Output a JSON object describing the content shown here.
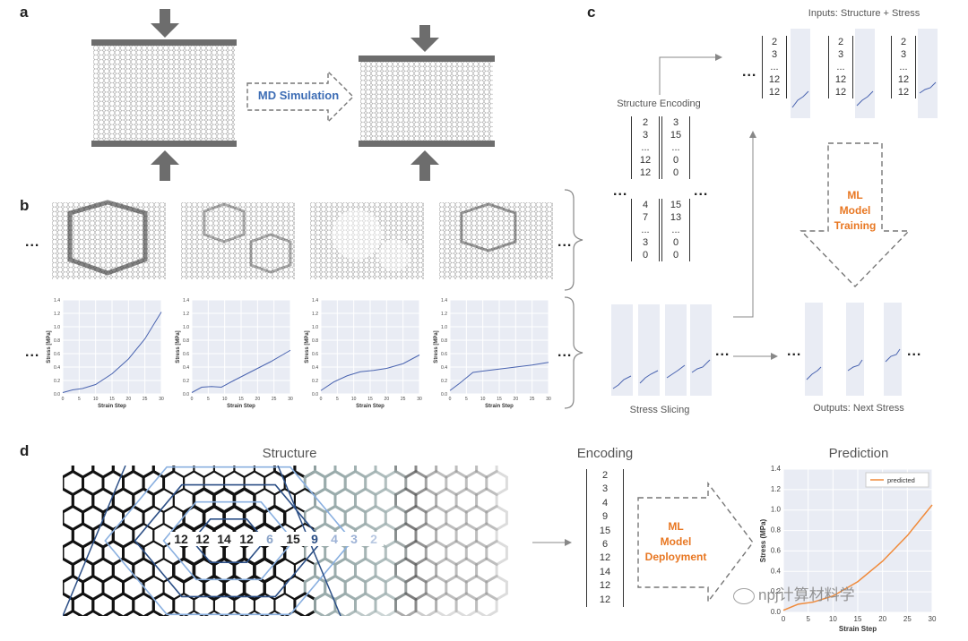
{
  "panels": {
    "a": "a",
    "b": "b",
    "c": "c",
    "d": "d"
  },
  "panel_a": {
    "md_label": "MD Simulation"
  },
  "panel_b": {
    "ellipsis": "...",
    "plots": [
      {
        "ylabel": "Stress [MPa]",
        "xlabel": "Strain Step",
        "yticks": [
          "0.0",
          "0.2",
          "0.4",
          "0.6",
          "0.8",
          "1.0",
          "1.2",
          "1.4"
        ],
        "xticks": [
          "0",
          "5",
          "10",
          "15",
          "20",
          "25",
          "30"
        ]
      },
      {
        "ylabel": "Stress [MPa]",
        "xlabel": "Strain Step",
        "yticks": [
          "0.0",
          "0.2",
          "0.4",
          "0.6",
          "0.8",
          "1.0",
          "1.2",
          "1.4"
        ],
        "xticks": [
          "0",
          "5",
          "10",
          "15",
          "20",
          "25",
          "30"
        ]
      },
      {
        "ylabel": "Stress [MPa]",
        "xlabel": "Strain Step",
        "yticks": [
          "0.0",
          "0.2",
          "0.4",
          "0.6",
          "0.8",
          "1.0",
          "1.2",
          "1.4"
        ],
        "xticks": [
          "0",
          "5",
          "10",
          "15",
          "20",
          "25",
          "30"
        ]
      },
      {
        "ylabel": "Stress [MPa]",
        "xlabel": "Strain Step",
        "yticks": [
          "0.0",
          "0.2",
          "0.4",
          "0.6",
          "0.8",
          "1.0",
          "1.2",
          "1.4"
        ],
        "xticks": [
          "0",
          "5",
          "10",
          "15",
          "20",
          "25",
          "30"
        ]
      }
    ]
  },
  "panel_c": {
    "inputs_title": "Inputs: Structure + Stress",
    "structure_encoding": "Structure Encoding",
    "stress_slicing": "Stress Slicing",
    "outputs_title": "Outputs: Next Stress",
    "ml_training": [
      "ML",
      "Model",
      "Training"
    ],
    "enc_top_left": [
      "2",
      "3",
      "...",
      "12",
      "12"
    ],
    "enc_top_right": [
      "3",
      "15",
      "...",
      "0",
      "0"
    ],
    "enc_bot_left": [
      "4",
      "7",
      "...",
      "3",
      "0"
    ],
    "enc_bot_right": [
      "15",
      "13",
      "...",
      "0",
      "0"
    ],
    "input_vec": [
      "2",
      "3",
      "...",
      "12",
      "12"
    ]
  },
  "panel_d": {
    "structure_title": "Structure",
    "encoding_title": "Encoding",
    "prediction_title": "Prediction",
    "numbers": [
      "12",
      "12",
      "14",
      "12",
      "6",
      "15",
      "9",
      "4",
      "3",
      "2"
    ],
    "encoding": [
      "2",
      "3",
      "4",
      "9",
      "15",
      "6",
      "12",
      "14",
      "12",
      "12"
    ],
    "ml_deployment": [
      "ML",
      "Model",
      "Deployment"
    ],
    "legend": "predicted",
    "watermark": "npj计算材料学"
  },
  "chart_data": [
    {
      "type": "line",
      "series": [
        {
          "values": [
            [
              0,
              0.02
            ],
            [
              3,
              0.06
            ],
            [
              6,
              0.08
            ],
            [
              10,
              0.14
            ],
            [
              15,
              0.3
            ],
            [
              20,
              0.52
            ],
            [
              25,
              0.82
            ],
            [
              30,
              1.22
            ]
          ]
        }
      ],
      "xlim": [
        0,
        30
      ],
      "ylim": [
        0,
        1.4
      ],
      "xlabel": "Strain Step",
      "ylabel": "Stress [MPa]"
    },
    {
      "type": "line",
      "series": [
        {
          "values": [
            [
              0,
              0.02
            ],
            [
              3,
              0.1
            ],
            [
              6,
              0.11
            ],
            [
              9,
              0.1
            ],
            [
              12,
              0.18
            ],
            [
              18,
              0.33
            ],
            [
              24,
              0.48
            ],
            [
              30,
              0.65
            ]
          ]
        }
      ],
      "xlim": [
        0,
        30
      ],
      "ylim": [
        0,
        1.4
      ],
      "xlabel": "Strain Step",
      "ylabel": "Stress [MPa]"
    },
    {
      "type": "line",
      "series": [
        {
          "values": [
            [
              0,
              0.05
            ],
            [
              4,
              0.18
            ],
            [
              8,
              0.27
            ],
            [
              12,
              0.33
            ],
            [
              16,
              0.35
            ],
            [
              20,
              0.38
            ],
            [
              25,
              0.45
            ],
            [
              30,
              0.58
            ]
          ]
        }
      ],
      "xlim": [
        0,
        30
      ],
      "ylim": [
        0,
        1.4
      ],
      "xlabel": "Strain Step",
      "ylabel": "Stress [MPa]"
    },
    {
      "type": "line",
      "series": [
        {
          "values": [
            [
              0,
              0.05
            ],
            [
              3,
              0.16
            ],
            [
              7,
              0.32
            ],
            [
              10,
              0.34
            ],
            [
              15,
              0.37
            ],
            [
              20,
              0.4
            ],
            [
              25,
              0.43
            ],
            [
              30,
              0.47
            ]
          ]
        }
      ],
      "xlim": [
        0,
        30
      ],
      "ylim": [
        0,
        1.4
      ],
      "xlabel": "Strain Step",
      "ylabel": "Stress [MPa]"
    },
    {
      "type": "line",
      "title": "",
      "series": [
        {
          "name": "predicted",
          "color": "#f08a3a",
          "values": [
            [
              0,
              0.02
            ],
            [
              3,
              0.08
            ],
            [
              6,
              0.1
            ],
            [
              10,
              0.16
            ],
            [
              15,
              0.3
            ],
            [
              20,
              0.5
            ],
            [
              25,
              0.75
            ],
            [
              30,
              1.05
            ]
          ]
        }
      ],
      "xlim": [
        0,
        30
      ],
      "ylim": [
        0,
        1.4
      ],
      "xlabel": "Strain Step",
      "ylabel": "Stress (MPa)",
      "yticks": [
        "0.0",
        "0.2",
        "0.4",
        "0.6",
        "0.8",
        "1.0",
        "1.2",
        "1.4"
      ],
      "xticks": [
        "0",
        "5",
        "10",
        "15",
        "20",
        "25",
        "30"
      ]
    }
  ]
}
